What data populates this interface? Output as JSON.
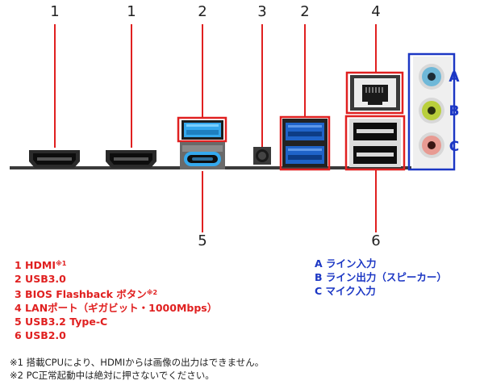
{
  "callouts": {
    "top": [
      "1",
      "1",
      "2",
      "3",
      "2",
      "4"
    ],
    "bottom": [
      "5",
      "6"
    ],
    "audio": [
      "A",
      "B",
      "C"
    ]
  },
  "legend_left": [
    {
      "text": "1 HDMI",
      "sup": "※1"
    },
    {
      "text": "2 USB3.0",
      "sup": ""
    },
    {
      "text": "3 BIOS Flashback ボタン",
      "sup": "※2"
    },
    {
      "text": "4 LANポート（ギガビット・1000Mbps）",
      "sup": ""
    },
    {
      "text": "5 USB3.2 Type-C",
      "sup": ""
    },
    {
      "text": "6 USB2.0",
      "sup": ""
    }
  ],
  "legend_right": [
    "A ライン入力",
    "B ライン出力（スピーカー）",
    "C マイク入力"
  ],
  "notes": [
    "※1 搭載CPUにより、HDMIからは画像の出力はできません。",
    "※2 PC正常起動中は絶対に押さないでください。"
  ],
  "colors": {
    "callout_red": "#e02020",
    "audio_blue": "#1c37c4",
    "usb3_blue": "#1f63c8",
    "usb32_blue": "#35a9ee",
    "audio_line_in": "#6fb8d8",
    "audio_line_out": "#b9cf3c",
    "audio_mic": "#e89a92"
  }
}
